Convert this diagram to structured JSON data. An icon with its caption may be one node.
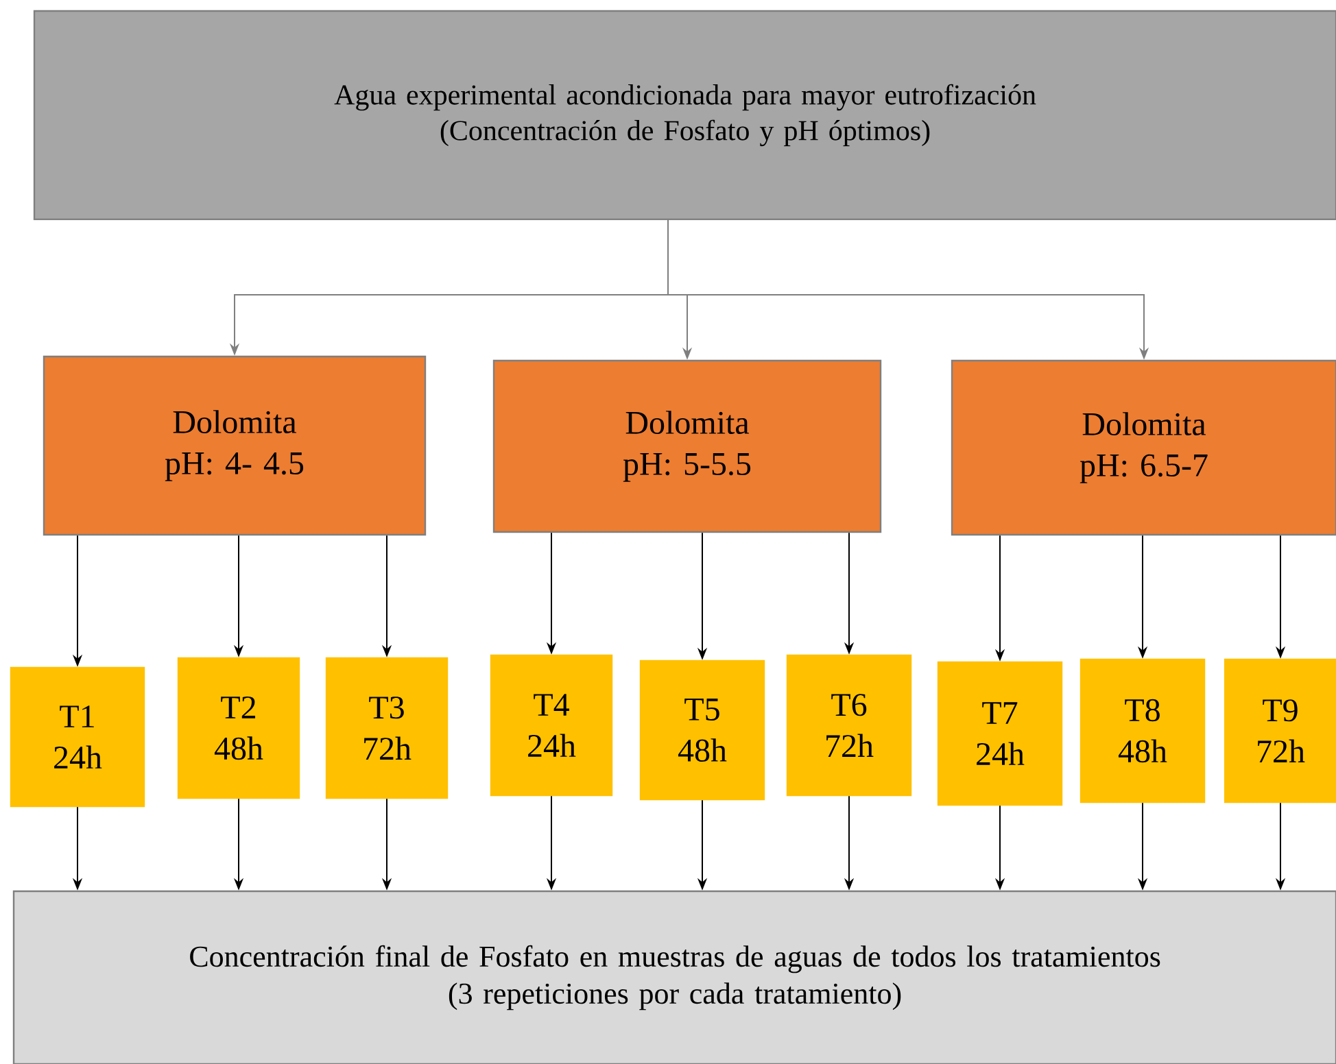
{
  "diagram": {
    "nodes": [
      {
        "text": [
          "Agua experimental acondicionada para mayor eutrofización",
          "(Concentración de Fosfato y pH óptimos)"
        ]
      },
      {
        "text": [
          "Dolomita",
          "pH: 4- 4.5"
        ]
      },
      {
        "text": [
          "Dolomita",
          "pH: 5-5.5"
        ]
      },
      {
        "text": [
          "Dolomita",
          "pH: 6.5-7"
        ]
      },
      {
        "text": [
          "T1",
          "24h"
        ]
      },
      {
        "text": [
          "T2",
          "48h"
        ]
      },
      {
        "text": [
          "T3",
          "72h"
        ]
      },
      {
        "text": [
          "T4",
          "24h"
        ]
      },
      {
        "text": [
          "T5",
          "48h"
        ]
      },
      {
        "text": [
          "T6",
          "72h"
        ]
      },
      {
        "text": [
          "T7",
          "24h"
        ]
      },
      {
        "text": [
          "T8",
          "48h"
        ]
      },
      {
        "text": [
          "T9",
          "72h"
        ]
      },
      {
        "text": [
          "Concentración final de Fosfato en muestras de aguas de todos los tratamientos",
          "(3 repeticiones por cada tratamiento)"
        ]
      }
    ],
    "edges": [
      {
        "from": 0,
        "to": 1,
        "arrow": "to",
        "color": "#7f7f7f"
      },
      {
        "from": 0,
        "to": 2,
        "arrow": "to",
        "color": "#7f7f7f"
      },
      {
        "from": 0,
        "to": 3,
        "arrow": "to",
        "color": "#7f7f7f"
      },
      {
        "from": 1,
        "to": 4,
        "arrow": "to"
      },
      {
        "from": 1,
        "to": 5,
        "arrow": "to"
      },
      {
        "from": 1,
        "to": 6,
        "arrow": "to"
      },
      {
        "from": 2,
        "to": 7,
        "arrow": "to"
      },
      {
        "from": 2,
        "to": 8,
        "arrow": "to"
      },
      {
        "from": 2,
        "to": 9,
        "arrow": "to"
      },
      {
        "from": 3,
        "to": 10,
        "arrow": "to"
      },
      {
        "from": 3,
        "to": 11,
        "arrow": "to"
      },
      {
        "from": 3,
        "to": 12,
        "arrow": "to"
      },
      {
        "from": 4,
        "to": 13,
        "arrow": "to"
      },
      {
        "from": 5,
        "to": 13,
        "arrow": "to"
      },
      {
        "from": 6,
        "to": 13,
        "arrow": "to"
      },
      {
        "from": 7,
        "to": 13,
        "arrow": "to"
      },
      {
        "from": 8,
        "to": 13,
        "arrow": "to"
      },
      {
        "from": 9,
        "to": 13,
        "arrow": "to"
      },
      {
        "from": 10,
        "to": 13,
        "arrow": "to"
      },
      {
        "from": 11,
        "to": 13,
        "arrow": "to"
      },
      {
        "from": 12,
        "to": 13,
        "arrow": "to"
      }
    ]
  }
}
